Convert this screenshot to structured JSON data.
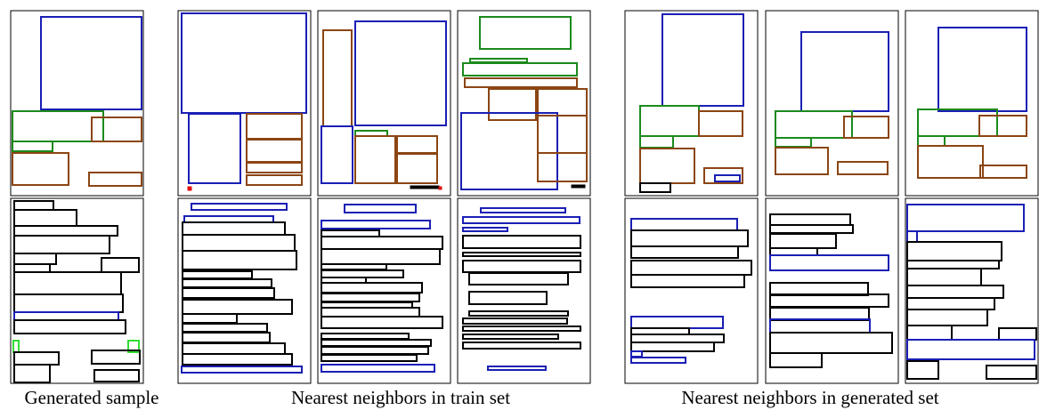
{
  "captions": {
    "generated": "Generated sample",
    "train": "Nearest neighbors in train set",
    "gen_set": "Nearest neighbors in generated set"
  },
  "colors": {
    "blue": "#1a1fb4",
    "brown": "#8b4513",
    "green": "#1b8a1b",
    "black": "#000000",
    "red": "#e01010",
    "lightgreen": "#33dd33"
  }
}
